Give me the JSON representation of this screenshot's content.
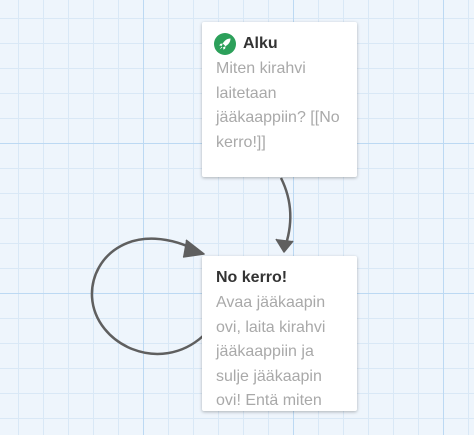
{
  "passages": [
    {
      "title": "Alku",
      "is_start": true,
      "icon": "rocket-icon",
      "start_icon_color": "#2ca05a",
      "excerpt": "Miten kirahvi laitetaan jääkaappiin? [[No kerro!]]"
    },
    {
      "title": "No kerro!",
      "is_start": false,
      "excerpt": "Avaa jääkaapin ovi, laita kirahvi jääkaappiin ja sulje jääkaapin ovi! Entä miten"
    }
  ],
  "colors": {
    "connector": "#5f5f5f",
    "grid_major": "#bcd9f3",
    "grid_minor": "#d9e8f6",
    "canvas": "#eef5fc"
  }
}
